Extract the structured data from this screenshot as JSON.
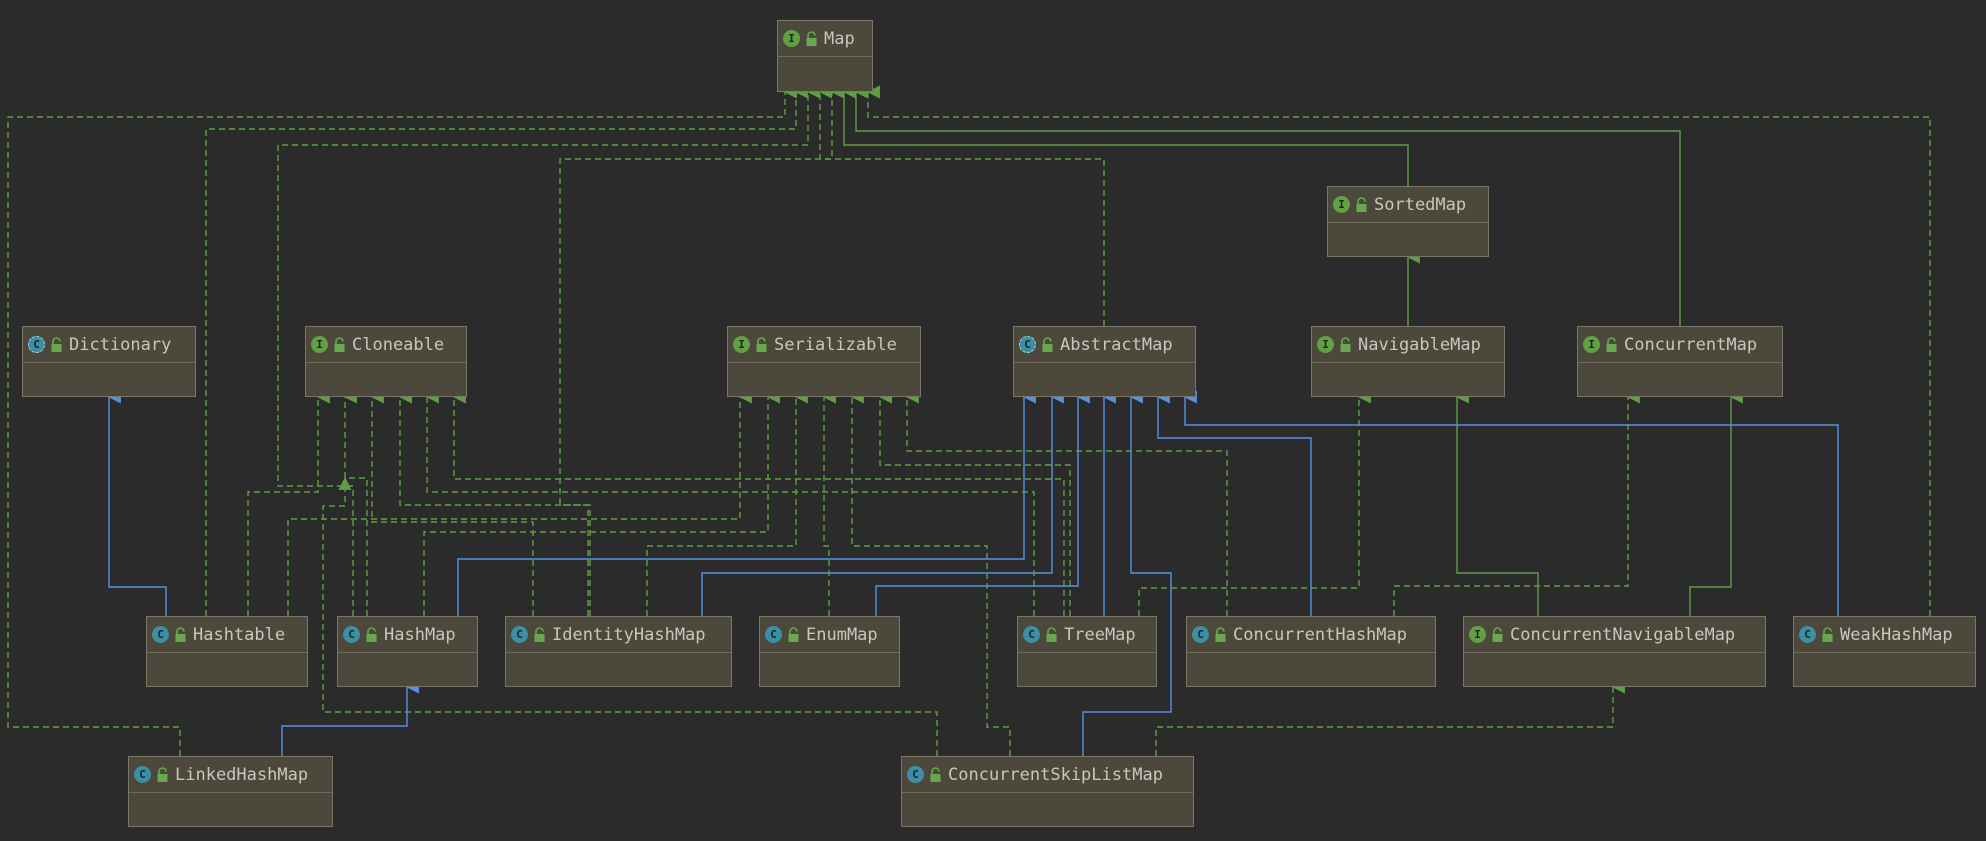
{
  "nodes": [
    {
      "id": "map",
      "label": "Map",
      "kind": "I"
    },
    {
      "id": "sortedmap",
      "label": "SortedMap",
      "kind": "I"
    },
    {
      "id": "dictionary",
      "label": "Dictionary",
      "kind": "A"
    },
    {
      "id": "cloneable",
      "label": "Cloneable",
      "kind": "I"
    },
    {
      "id": "serializable",
      "label": "Serializable",
      "kind": "I"
    },
    {
      "id": "abstractmap",
      "label": "AbstractMap",
      "kind": "A"
    },
    {
      "id": "navigablemap",
      "label": "NavigableMap",
      "kind": "I"
    },
    {
      "id": "concurrentmap",
      "label": "ConcurrentMap",
      "kind": "I"
    },
    {
      "id": "hashtable",
      "label": "Hashtable",
      "kind": "C"
    },
    {
      "id": "hashmap",
      "label": "HashMap",
      "kind": "C"
    },
    {
      "id": "identityhashmap",
      "label": "IdentityHashMap",
      "kind": "C"
    },
    {
      "id": "enummap",
      "label": "EnumMap",
      "kind": "C"
    },
    {
      "id": "treemap",
      "label": "TreeMap",
      "kind": "C"
    },
    {
      "id": "concurrenthashmap",
      "label": "ConcurrentHashMap",
      "kind": "C"
    },
    {
      "id": "concurrentnavigablemap",
      "label": "ConcurrentNavigableMap",
      "kind": "I"
    },
    {
      "id": "weakhashmap",
      "label": "WeakHashMap",
      "kind": "C"
    },
    {
      "id": "linkedhashmap",
      "label": "LinkedHashMap",
      "kind": "C"
    },
    {
      "id": "concurrentskiplistmap",
      "label": "ConcurrentSkipListMap",
      "kind": "C"
    }
  ],
  "badges": {
    "I": "I",
    "C": "C",
    "A": "C"
  },
  "colors": {
    "background": "#2b2b2b",
    "node_fill": "#4c483c",
    "node_border": "#7a7767",
    "label": "#c9c7bd",
    "interface_badge": "#62a044",
    "class_badge": "#3d8ea3",
    "extends_edge": "#5393e3",
    "implements_edge": "#5f9f44",
    "interface_extends_edge": "#5f9f44"
  },
  "edge_kinds": {
    "extends": "solid-blue",
    "implements": "dashed-green",
    "interface_extends": "solid-green"
  }
}
